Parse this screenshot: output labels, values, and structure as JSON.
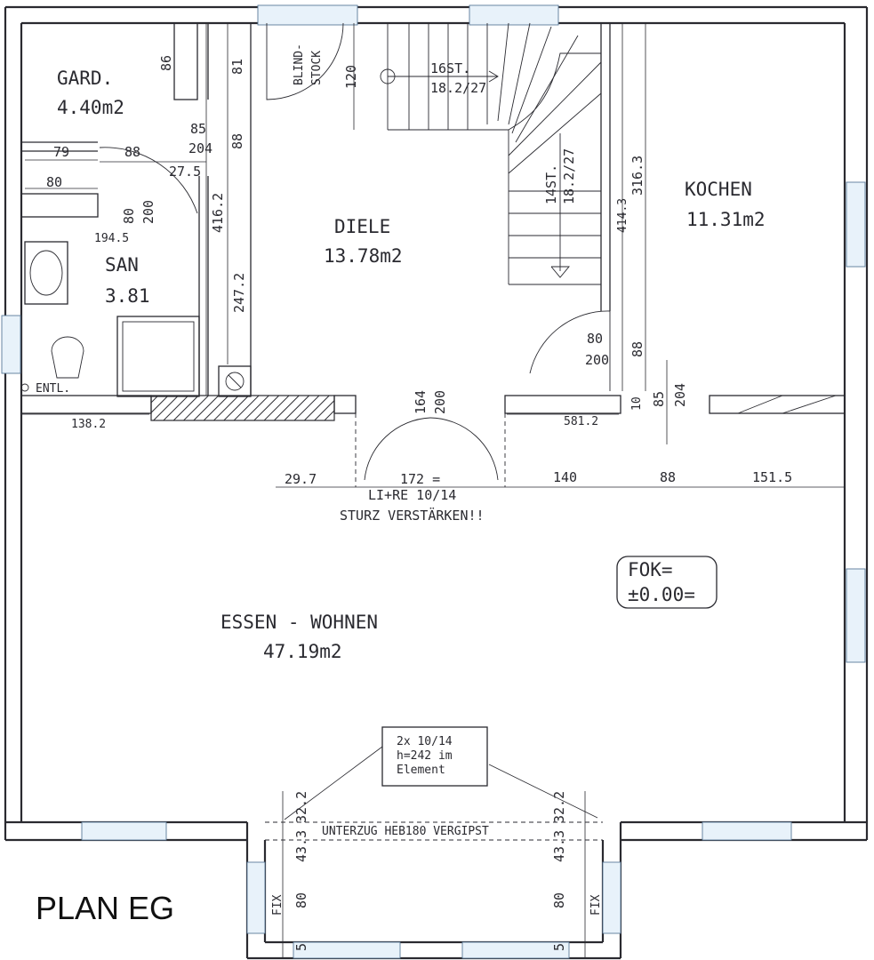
{
  "title": "PLAN EG",
  "rooms": {
    "gard": {
      "name": "GARD.",
      "area": "4.40m2"
    },
    "san": {
      "name": "SAN",
      "area": "3.81"
    },
    "diele": {
      "name": "DIELE",
      "area": "13.78m2"
    },
    "kochen": {
      "name": "KOCHEN",
      "area": "11.31m2"
    },
    "essen": {
      "name": "ESSEN - WOHNEN",
      "area": "47.19m2"
    }
  },
  "stair": {
    "upper": {
      "count": "16ST.",
      "ratio": "18.2/27"
    },
    "lower": {
      "count": "14ST.",
      "ratio": "18.2/27"
    }
  },
  "labels": {
    "blindstock_1": "BLIND-",
    "blindstock_2": "STOCK",
    "entl": "ENTL.",
    "lintel_1": "LI+RE 10/14",
    "lintel_2": "STURZ VERSTÄRKEN!!",
    "fok_1": "FOK=",
    "fok_2": "±0.00=",
    "beam": "UNTERZUG HEB180 VERGIPST",
    "note_1": "2x 10/14",
    "note_2": "h=242 im",
    "note_3": "Element",
    "fix_left": "FIX",
    "fix_right": "FIX"
  },
  "dimensions": {
    "gard_86": "86",
    "gard_81": "81",
    "d_120": "120",
    "d_88_top": "88",
    "d_85_top": "85",
    "d_204_top": "204",
    "d_79": "79",
    "d_88_san": "88",
    "d_27_5": "27.5",
    "d_80_san": "80",
    "d_80_door": "80",
    "d_200_door": "200",
    "d_194_5": "194.5",
    "d_416_2": "416.2",
    "d_247_2": "247.2",
    "d_414_3": "414.3",
    "d_316_3": "316.3",
    "d_80_kitchen": "80",
    "d_200_kitchen": "200",
    "d_88_kitchen": "88",
    "d_10": "10",
    "d_85_kitchen": "85",
    "d_204_kitchen": "204",
    "d_138_2": "138.2",
    "d_581_2": "581.2",
    "d_164": "164",
    "d_200_center": "200",
    "d_29_7": "29.7",
    "d_172": "172 =",
    "d_140": "140",
    "d_88_row": "88",
    "d_151_5": "151.5",
    "d_32_2_left": "32.2",
    "d_43_3_left": "43.3",
    "d_80_left": "80",
    "d_5_left": "5",
    "d_32_2_right": "32.2",
    "d_43_3_right": "43.3",
    "d_80_right": "80",
    "d_5_right": "5"
  }
}
